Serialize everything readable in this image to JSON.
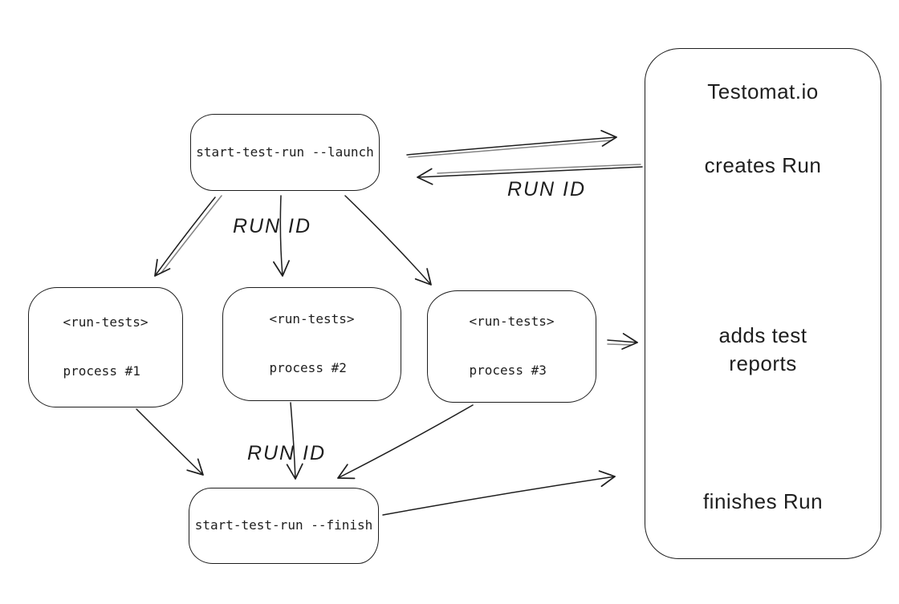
{
  "diagram": {
    "colors": {
      "stroke": "#1e1e1e",
      "background": "#ffffff"
    },
    "nodes": {
      "launch": {
        "label": "start-test-run --launch"
      },
      "process1": {
        "line1": "<run-tests>",
        "line2": "process #1"
      },
      "process2": {
        "line1": "<run-tests>",
        "line2": "process #2"
      },
      "process3": {
        "line1": "<run-tests>",
        "line2": "process #3"
      },
      "finish": {
        "label": "start-test-run --finish"
      },
      "testomat": {
        "title": "Testomat.io",
        "step_creates": "creates Run",
        "step_adds": "adds test\nreports",
        "step_finishes": "finishes Run"
      }
    },
    "edge_labels": {
      "run_id_top": "RUN ID",
      "run_id_middle": "RUN ID",
      "run_id_bottom": "RUN ID"
    }
  }
}
